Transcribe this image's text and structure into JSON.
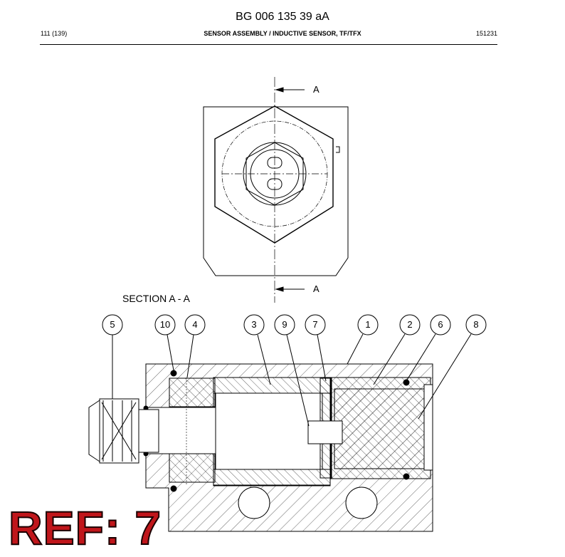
{
  "header": {
    "doc_number": "BG 006 135 39 aA",
    "page": "111 (139)",
    "title": "SENSOR ASSEMBLY / INDUCTIVE SENSOR, TF/TFX",
    "date_code": "151231"
  },
  "drawing": {
    "section_marker": "A",
    "section_label": "SECTION A - A",
    "callouts": [
      "5",
      "10",
      "4",
      "3",
      "9",
      "7",
      "1",
      "2",
      "6",
      "8"
    ]
  },
  "ref_label": "REF: 7",
  "colors": {
    "ref": "#c0161b",
    "line": "#000000"
  }
}
